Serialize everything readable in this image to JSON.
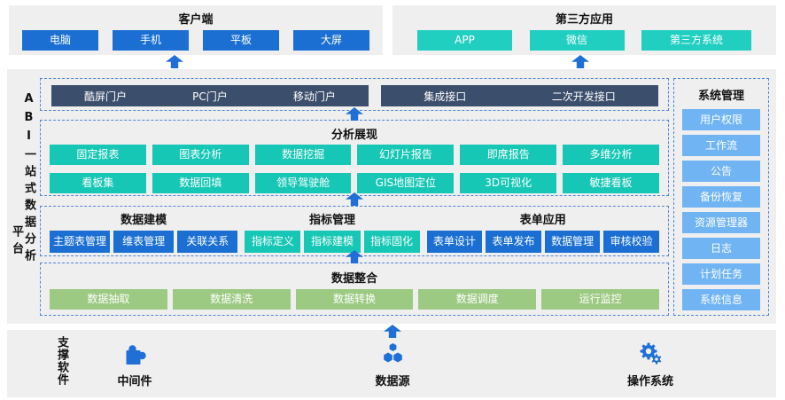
{
  "colors": {
    "primary_blue": "#1b6fd3",
    "teal": "#17c7b5",
    "teal_bright": "#20cfc0",
    "navy_bar": "#3b4e6c",
    "light_blue": "#70b4f4",
    "green": "#9cca82",
    "arrow_blue": "#1f6fd6",
    "band_background": "#efefef",
    "dashed_border": "#4f84db"
  },
  "client": {
    "title": "客户端",
    "items": [
      "电脑",
      "手机",
      "平板",
      "大屏"
    ]
  },
  "third_party": {
    "title": "第三方应用",
    "items": [
      "APP",
      "微信",
      "第三方系统"
    ]
  },
  "platform": {
    "label_main": "ABI一站式数据分析",
    "label_tail": "平台"
  },
  "portal": {
    "bar1": [
      "酷屏门户",
      "PC门户",
      "移动门户"
    ],
    "bar2": [
      "集成接口",
      "二次开发接口"
    ]
  },
  "analysis": {
    "title": "分析展现",
    "row1": [
      "固定报表",
      "图表分析",
      "数据挖掘",
      "幻灯片报告",
      "即席报告",
      "多维分析"
    ],
    "row2": [
      "看板集",
      "数据回填",
      "领导驾驶舱",
      "GIS地图定位",
      "3D可视化",
      "敏捷看板"
    ]
  },
  "modeling": {
    "groups": [
      {
        "title": "数据建模",
        "items": [
          "主题表管理",
          "维表管理",
          "关联关系"
        ]
      },
      {
        "title": "指标管理",
        "items": [
          "指标定义",
          "指标建模",
          "指标固化"
        ]
      },
      {
        "title": "表单应用",
        "items": [
          "表单设计",
          "表单发布",
          "数据管理",
          "审核校验"
        ]
      }
    ]
  },
  "integration": {
    "title": "数据整合",
    "items": [
      "数据抽取",
      "数据清洗",
      "数据转换",
      "数据调度",
      "运行监控"
    ]
  },
  "system": {
    "title": "系统管理",
    "items": [
      "用户权限",
      "工作流",
      "公告",
      "备份恢复",
      "资源管理器",
      "日志",
      "计划任务",
      "系统信息"
    ]
  },
  "support": {
    "label": "支撑软件",
    "items": [
      {
        "icon": "puzzle-icon",
        "label": "中间件"
      },
      {
        "icon": "hexagons-icon",
        "label": "数据源"
      },
      {
        "icon": "gears-icon",
        "label": "操作系统"
      }
    ]
  }
}
